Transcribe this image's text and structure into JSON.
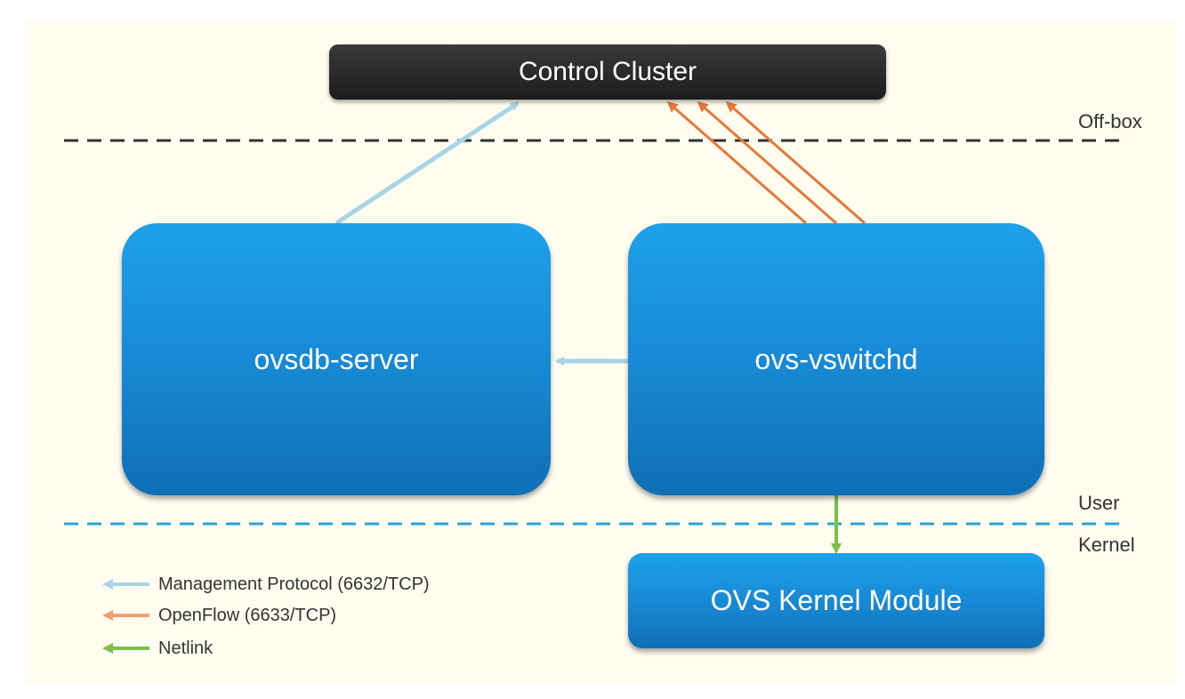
{
  "nodes": {
    "control_cluster": "Control Cluster",
    "ovsdb_server": "ovsdb-server",
    "ovs_vswitchd": "ovs-vswitchd",
    "ovs_kernel_module": "OVS Kernel Module"
  },
  "zones": {
    "off_box": "Off-box",
    "user": "User",
    "kernel": "Kernel"
  },
  "legend": [
    {
      "label": "Management Protocol (6632/TCP)",
      "color": "#a8d4e6"
    },
    {
      "label": "OpenFlow (6633/TCP)",
      "color": "#f0a070"
    },
    {
      "label": "Netlink",
      "color": "#7cc04a"
    }
  ],
  "colors": {
    "management": "#a8d4e6",
    "openflow": "#e8783a",
    "netlink": "#7cc04a",
    "offbox_divider": "#333333",
    "user_kernel_divider": "#2aa3d6"
  }
}
